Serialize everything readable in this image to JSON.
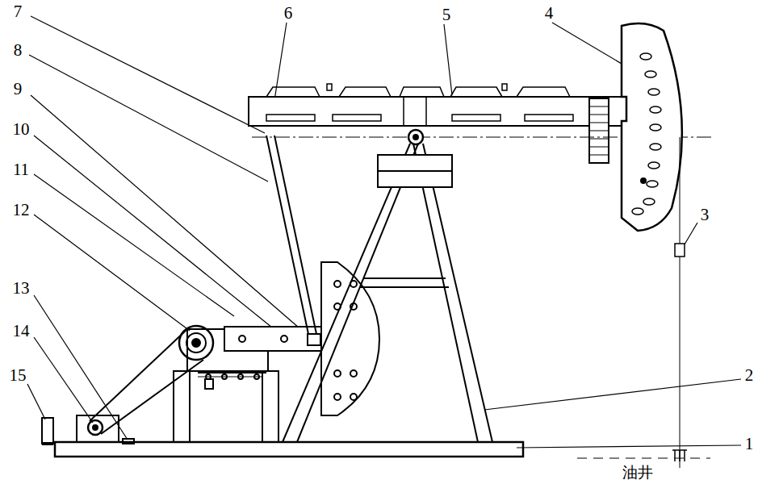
{
  "diagram": {
    "labels": [
      "7",
      "6",
      "5",
      "4",
      "8",
      "9",
      "10",
      "11",
      "12",
      "3",
      "13",
      "14",
      "15",
      "2",
      "1",
      "油井"
    ]
  }
}
